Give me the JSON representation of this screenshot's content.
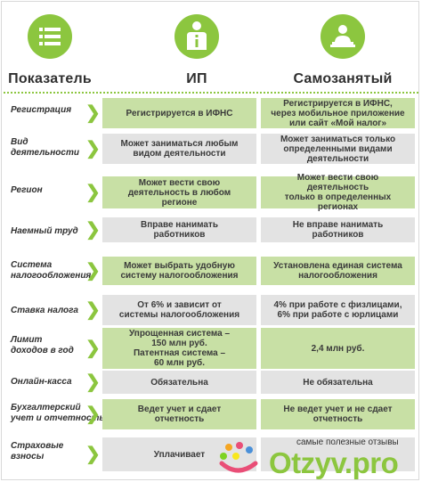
{
  "header": {
    "col_indicator": "Показатель",
    "col_ip": "ИП",
    "col_selfemployed": "Самозанятый"
  },
  "icons": {
    "indicator": "list-icon",
    "ip": "person-info-icon",
    "selfemployed": "laptop-user-icon",
    "row_marker": "chevron-right-icon"
  },
  "colors": {
    "accent": "#8cc63f",
    "row_green": "#c8e0a5",
    "row_grey": "#e3e3e3"
  },
  "rows": [
    {
      "label": [
        "Регистрация"
      ],
      "ip": [
        "Регистрируется в ИФНС"
      ],
      "sz": [
        "Регистрируется в ИФНС,",
        "через мобильное приложение",
        "или сайт «Мой налог»"
      ]
    },
    {
      "label": [
        "Вид",
        "деятельности"
      ],
      "ip": [
        "Может заниматься любым",
        "видом деятельности"
      ],
      "sz": [
        "Может заниматься только",
        "определенными видами",
        "деятельности"
      ]
    },
    {
      "label": [
        "Регион"
      ],
      "ip": [
        "Может вести свою",
        "деятельность в любом",
        "регионе"
      ],
      "sz": [
        "Может вести свою деятельность",
        "только в определенных",
        "регионах"
      ]
    },
    {
      "label": [
        "Наемный труд"
      ],
      "ip": [
        "Вправе нанимать",
        "работников"
      ],
      "sz": [
        "Не вправе нанимать",
        "работников"
      ]
    },
    {
      "label": [
        "Система",
        "налогообложения"
      ],
      "ip": [
        "Может выбрать удобную",
        "систему налогообложения"
      ],
      "sz": [
        "Установлена единая система",
        "налогообложения"
      ]
    },
    {
      "label": [
        "Ставка налога"
      ],
      "ip": [
        "От 6% и зависит от",
        "системы налогообложения"
      ],
      "sz": [
        "4% при работе с физлицами,",
        "6% при работе с юрлицами"
      ]
    },
    {
      "label": [
        "Лимит",
        "доходов в год"
      ],
      "ip": [
        "Упрощенная система –",
        "150 млн руб.",
        "Патентная система –",
        "60 млн руб."
      ],
      "sz": [
        "2,4 млн руб."
      ]
    },
    {
      "label": [
        "Онлайн-касса"
      ],
      "ip": [
        "Обязательна"
      ],
      "sz": [
        "Не обязательна"
      ]
    },
    {
      "label": [
        "Бухгалтерский",
        "учет и отчетность"
      ],
      "ip": [
        "Ведет учет и сдает",
        "отчетность"
      ],
      "sz": [
        "Не ведет учет и не сдает",
        "отчетность"
      ]
    },
    {
      "label": [
        "Страховые",
        "взносы"
      ],
      "ip": [
        "Уплачивает"
      ],
      "sz": [
        ""
      ]
    }
  ],
  "watermark": {
    "caption": "самые полезные отзывы",
    "brand": "Otzyv",
    "brand_suffix": ".pro"
  }
}
